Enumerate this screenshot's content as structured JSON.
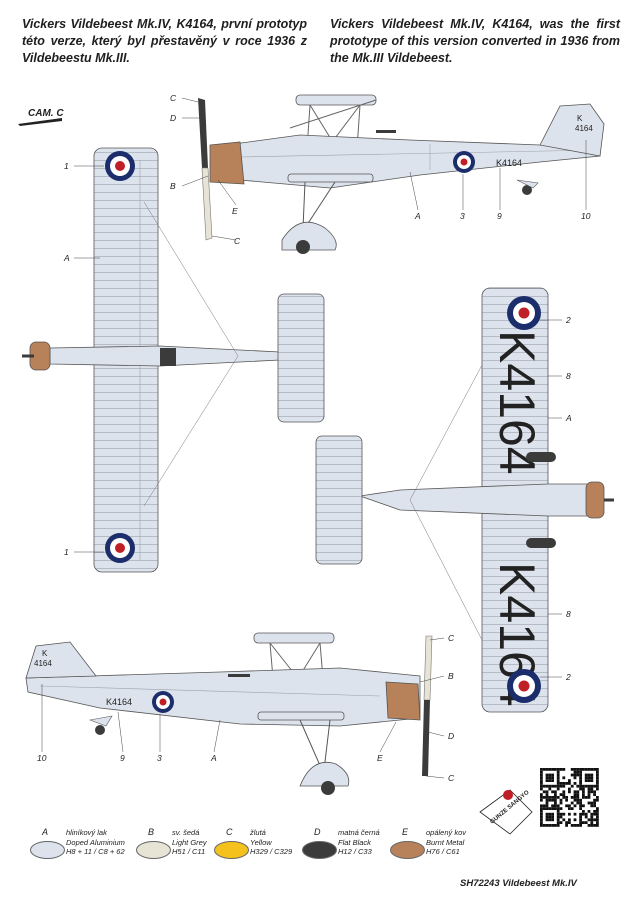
{
  "caption_cz": "Vickers Vildebeest Mk.IV, K4164, první prototyp této verze, který byl přestavěný v roce 1936 z Vildebeestu Mk.III.",
  "caption_en": "Vickers Vildebeest Mk.IV, K4164, was the first prototype of this version converted in 1936 from the Mk.III Vildebeest.",
  "camouflage_label": "CAM. C",
  "serial": "K4164",
  "fin_serial_top": "K",
  "fin_serial_bottom": "4164",
  "callouts": {
    "top_profile": [
      "C",
      "D",
      "B",
      "E",
      "C",
      "A",
      "3",
      "9",
      "10"
    ],
    "upper_wing": [
      "1",
      "A",
      "1"
    ],
    "lower_wing": [
      "2",
      "8",
      "A",
      "8",
      "2"
    ],
    "bottom_profile": [
      "10",
      "9",
      "3",
      "A",
      "E",
      "C",
      "B",
      "D",
      "C"
    ]
  },
  "colors": {
    "A": "#dde3ec",
    "B": "#e7e4d5",
    "C": "#f5c21d",
    "D": "#3b3b3b",
    "E": "#b7815a",
    "roundel_blue": "#1b2d6b",
    "roundel_red": "#c02025"
  },
  "legend": [
    {
      "letter": "A",
      "name_cz": "hliníkový lak",
      "name_en": "Doped Aluminium",
      "codes": "H8 + 11 / C8 + 62"
    },
    {
      "letter": "B",
      "name_cz": "sv. šedá",
      "name_en": "Light Grey",
      "codes": "H51 / C11"
    },
    {
      "letter": "C",
      "name_cz": "žlutá",
      "name_en": "Yellow",
      "codes": "H329 / C329"
    },
    {
      "letter": "D",
      "name_cz": "matná černá",
      "name_en": "Flat Black",
      "codes": "H12 / C33"
    },
    {
      "letter": "E",
      "name_cz": "opálený kov",
      "name_en": "Burnt Metal",
      "codes": "H76 / C61"
    }
  ],
  "logo_text": "GUNZE SANGYO",
  "product_code": "SH72243 Vildebeest Mk.IV"
}
